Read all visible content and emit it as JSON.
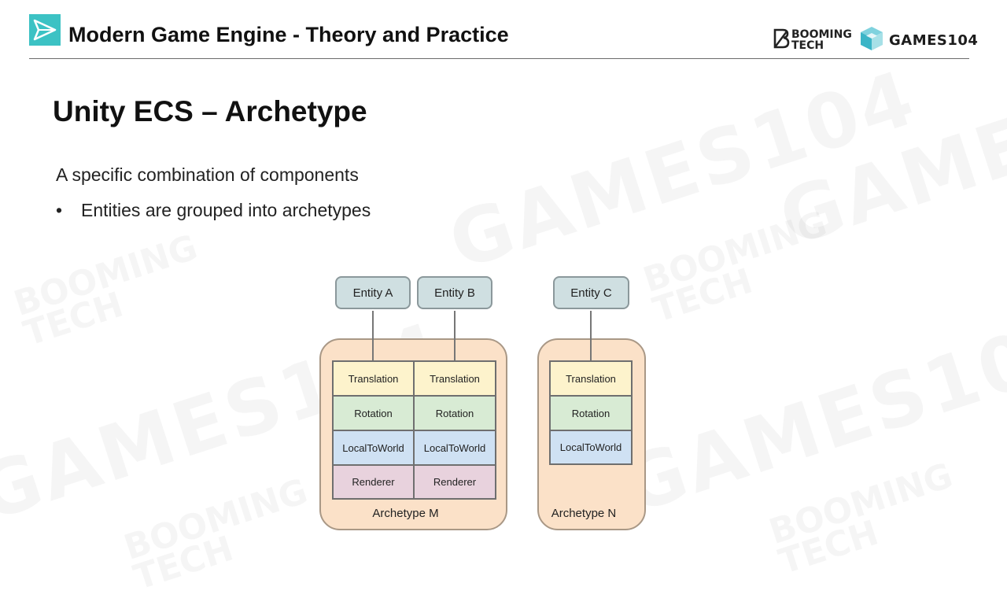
{
  "header": {
    "title": "Modern Game Engine - Theory and Practice",
    "booming_line1": "BOOMING",
    "booming_line2": "TECH",
    "games_label": "GAMES104"
  },
  "watermark": {
    "games": "GAMES104",
    "booming_line1": "BOOMING",
    "booming_line2": "TECH"
  },
  "slide": {
    "title": "Unity ECS – Archetype",
    "subtitle": "A specific combination of components",
    "bullets": [
      "Entities are grouped into archetypes"
    ]
  },
  "diagram": {
    "entities": [
      "Entity A",
      "Entity B",
      "Entity C"
    ],
    "archetypes": [
      {
        "label": "Archetype M",
        "columns": [
          [
            "Translation",
            "Rotation",
            "LocalToWorld",
            "Renderer"
          ],
          [
            "Translation",
            "Rotation",
            "LocalToWorld",
            "Renderer"
          ]
        ]
      },
      {
        "label": "Archetype N",
        "columns": [
          [
            "Translation",
            "Rotation",
            "LocalToWorld"
          ]
        ]
      }
    ],
    "colors": {
      "Translation": "#fdf3cc",
      "Rotation": "#d8ebd4",
      "LocalToWorld": "#cfe1f3",
      "Renderer": "#e8d2dd",
      "archetype_fill": "#fbe1c8",
      "entity_fill": "#cfdfe1"
    }
  },
  "icons": {
    "logo": "play-triangle-icon",
    "booming": "booming-b-icon",
    "games": "cube-icon"
  }
}
